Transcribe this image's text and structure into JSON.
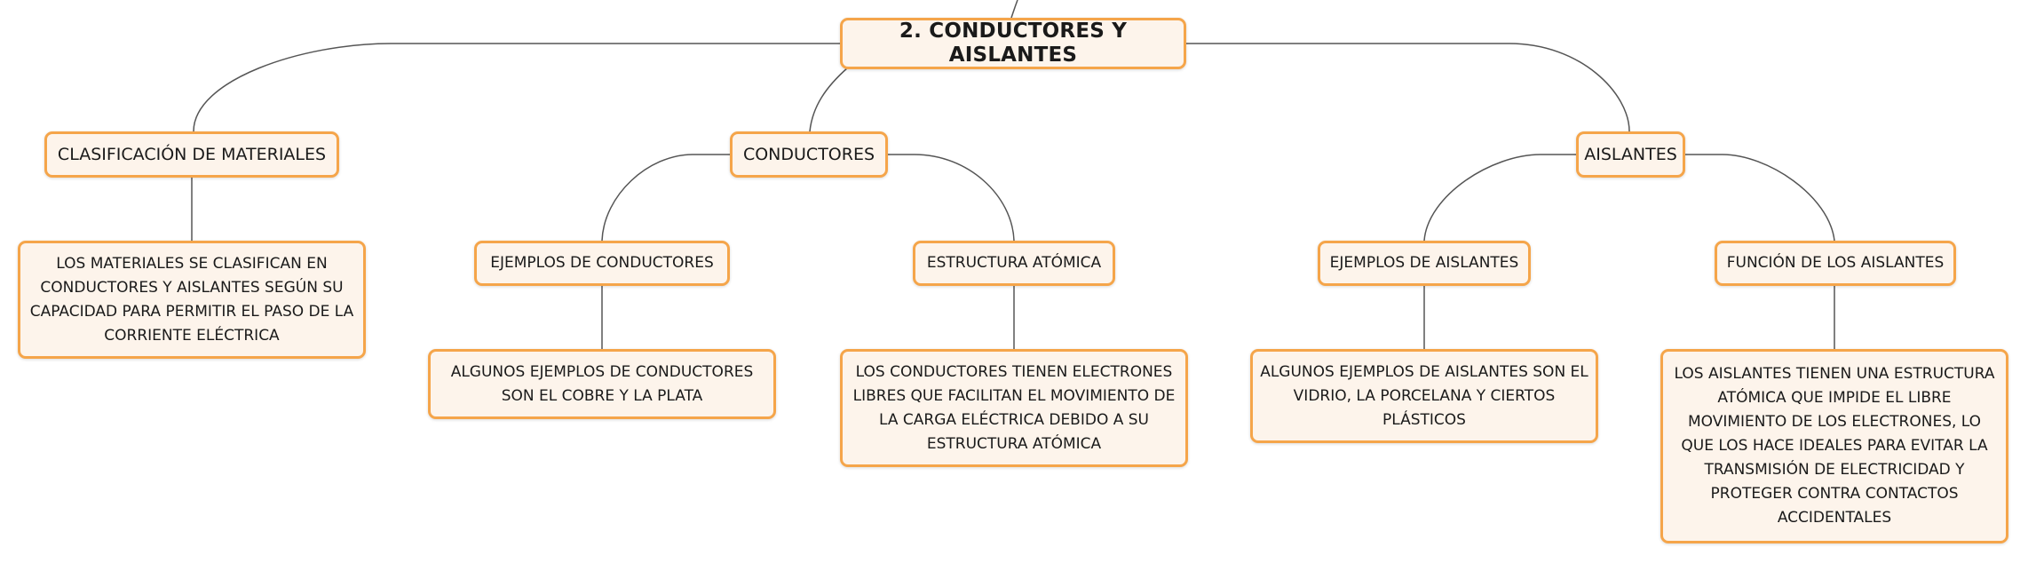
{
  "colors": {
    "node_border": "#f5a54a",
    "node_fill": "#fdf4eb",
    "connector": "#555555"
  },
  "map": {
    "root": "2. CONDUCTORES Y AISLANTES",
    "clasificacion": {
      "title": "CLASIFICACIÓN DE MATERIALES",
      "text": "LOS MATERIALES SE CLASIFICAN EN CONDUCTORES Y AISLANTES SEGÚN SU CAPACIDAD PARA PERMITIR EL PASO DE LA CORRIENTE ELÉCTRICA"
    },
    "conductores": {
      "title": "CONDUCTORES",
      "ejemplos": {
        "title": "EJEMPLOS DE CONDUCTORES",
        "text": "ALGUNOS EJEMPLOS DE CONDUCTORES SON EL COBRE Y LA PLATA"
      },
      "estructura": {
        "title": "ESTRUCTURA ATÓMICA",
        "text": "LOS CONDUCTORES TIENEN ELECTRONES LIBRES QUE FACILITAN EL MOVIMIENTO DE LA CARGA ELÉCTRICA DEBIDO A SU ESTRUCTURA ATÓMICA"
      }
    },
    "aislantes": {
      "title": "AISLANTES",
      "ejemplos": {
        "title": "EJEMPLOS DE AISLANTES",
        "text": "ALGUNOS EJEMPLOS DE AISLANTES SON EL VIDRIO, LA PORCELANA Y CIERTOS PLÁSTICOS"
      },
      "funcion": {
        "title": "FUNCIÓN DE LOS AISLANTES",
        "text": "LOS AISLANTES TIENEN UNA ESTRUCTURA ATÓMICA QUE IMPIDE EL LIBRE MOVIMIENTO DE LOS ELECTRONES, LO QUE LOS HACE IDEALES PARA EVITAR LA TRANSMISIÓN DE ELECTRICIDAD Y PROTEGER CONTRA CONTACTOS ACCIDENTALES"
      }
    }
  }
}
